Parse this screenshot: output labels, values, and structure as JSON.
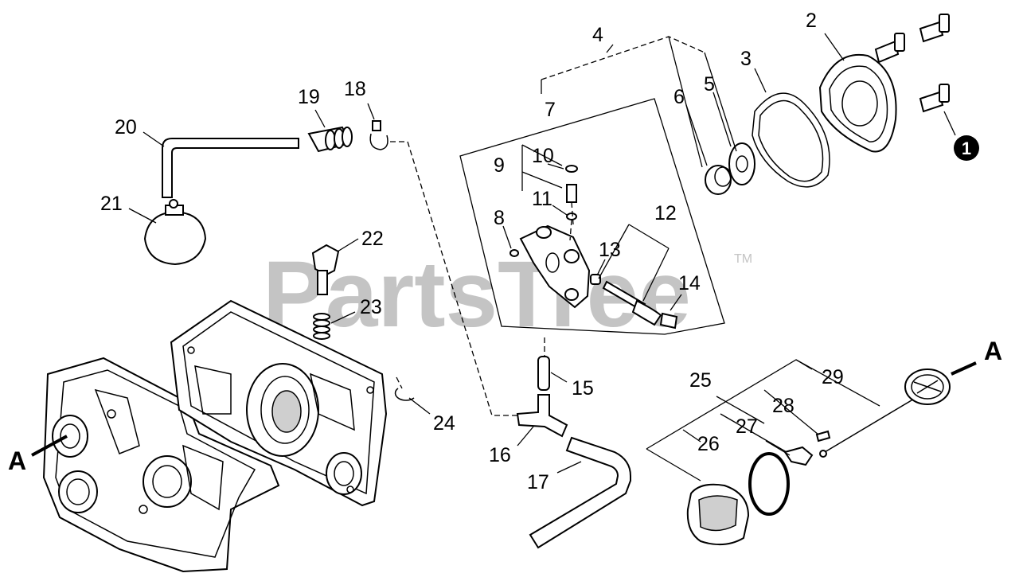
{
  "watermark": {
    "text": "PartsTree",
    "trademark": "TM"
  },
  "callout_markers": {
    "a_left": "A",
    "a_right": "A",
    "note_number": "1"
  },
  "part_labels": [
    {
      "id": "p2",
      "text": "2"
    },
    {
      "id": "p3",
      "text": "3"
    },
    {
      "id": "p4",
      "text": "4"
    },
    {
      "id": "p5",
      "text": "5"
    },
    {
      "id": "p6",
      "text": "6"
    },
    {
      "id": "p7",
      "text": "7"
    },
    {
      "id": "p8",
      "text": "8"
    },
    {
      "id": "p9",
      "text": "9"
    },
    {
      "id": "p10",
      "text": "10"
    },
    {
      "id": "p11",
      "text": "11"
    },
    {
      "id": "p12",
      "text": "12"
    },
    {
      "id": "p13",
      "text": "13"
    },
    {
      "id": "p14",
      "text": "14"
    },
    {
      "id": "p15",
      "text": "15"
    },
    {
      "id": "p16",
      "text": "16"
    },
    {
      "id": "p17",
      "text": "17"
    },
    {
      "id": "p18",
      "text": "18"
    },
    {
      "id": "p19",
      "text": "19"
    },
    {
      "id": "p20",
      "text": "20"
    },
    {
      "id": "p21",
      "text": "21"
    },
    {
      "id": "p22",
      "text": "22"
    },
    {
      "id": "p23",
      "text": "23"
    },
    {
      "id": "p24",
      "text": "24"
    },
    {
      "id": "p25",
      "text": "25"
    },
    {
      "id": "p26",
      "text": "26"
    },
    {
      "id": "p27",
      "text": "27"
    },
    {
      "id": "p28",
      "text": "28"
    },
    {
      "id": "p29",
      "text": "29"
    }
  ]
}
